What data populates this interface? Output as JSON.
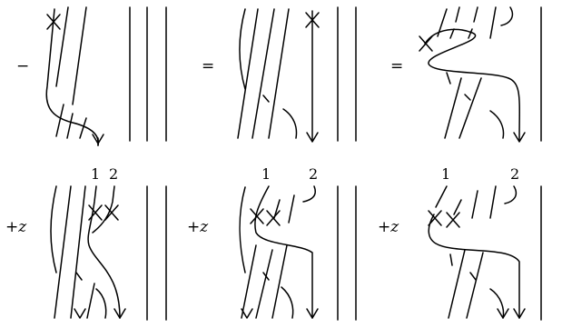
{
  "row1": {
    "panel1": {
      "prefix": "−"
    },
    "panel2": {
      "prefix": "="
    },
    "panel3": {
      "prefix": "="
    }
  },
  "row2": {
    "panel4": {
      "prefix_sign": "+",
      "prefix_var": "z",
      "marker_left": "1",
      "marker_right": "2"
    },
    "panel5": {
      "prefix_sign": "+",
      "prefix_var": "z",
      "marker_left": "1",
      "marker_right": "2"
    },
    "panel6": {
      "prefix_sign": "+",
      "prefix_var": "z",
      "marker_left": "1",
      "marker_right": "2"
    }
  }
}
